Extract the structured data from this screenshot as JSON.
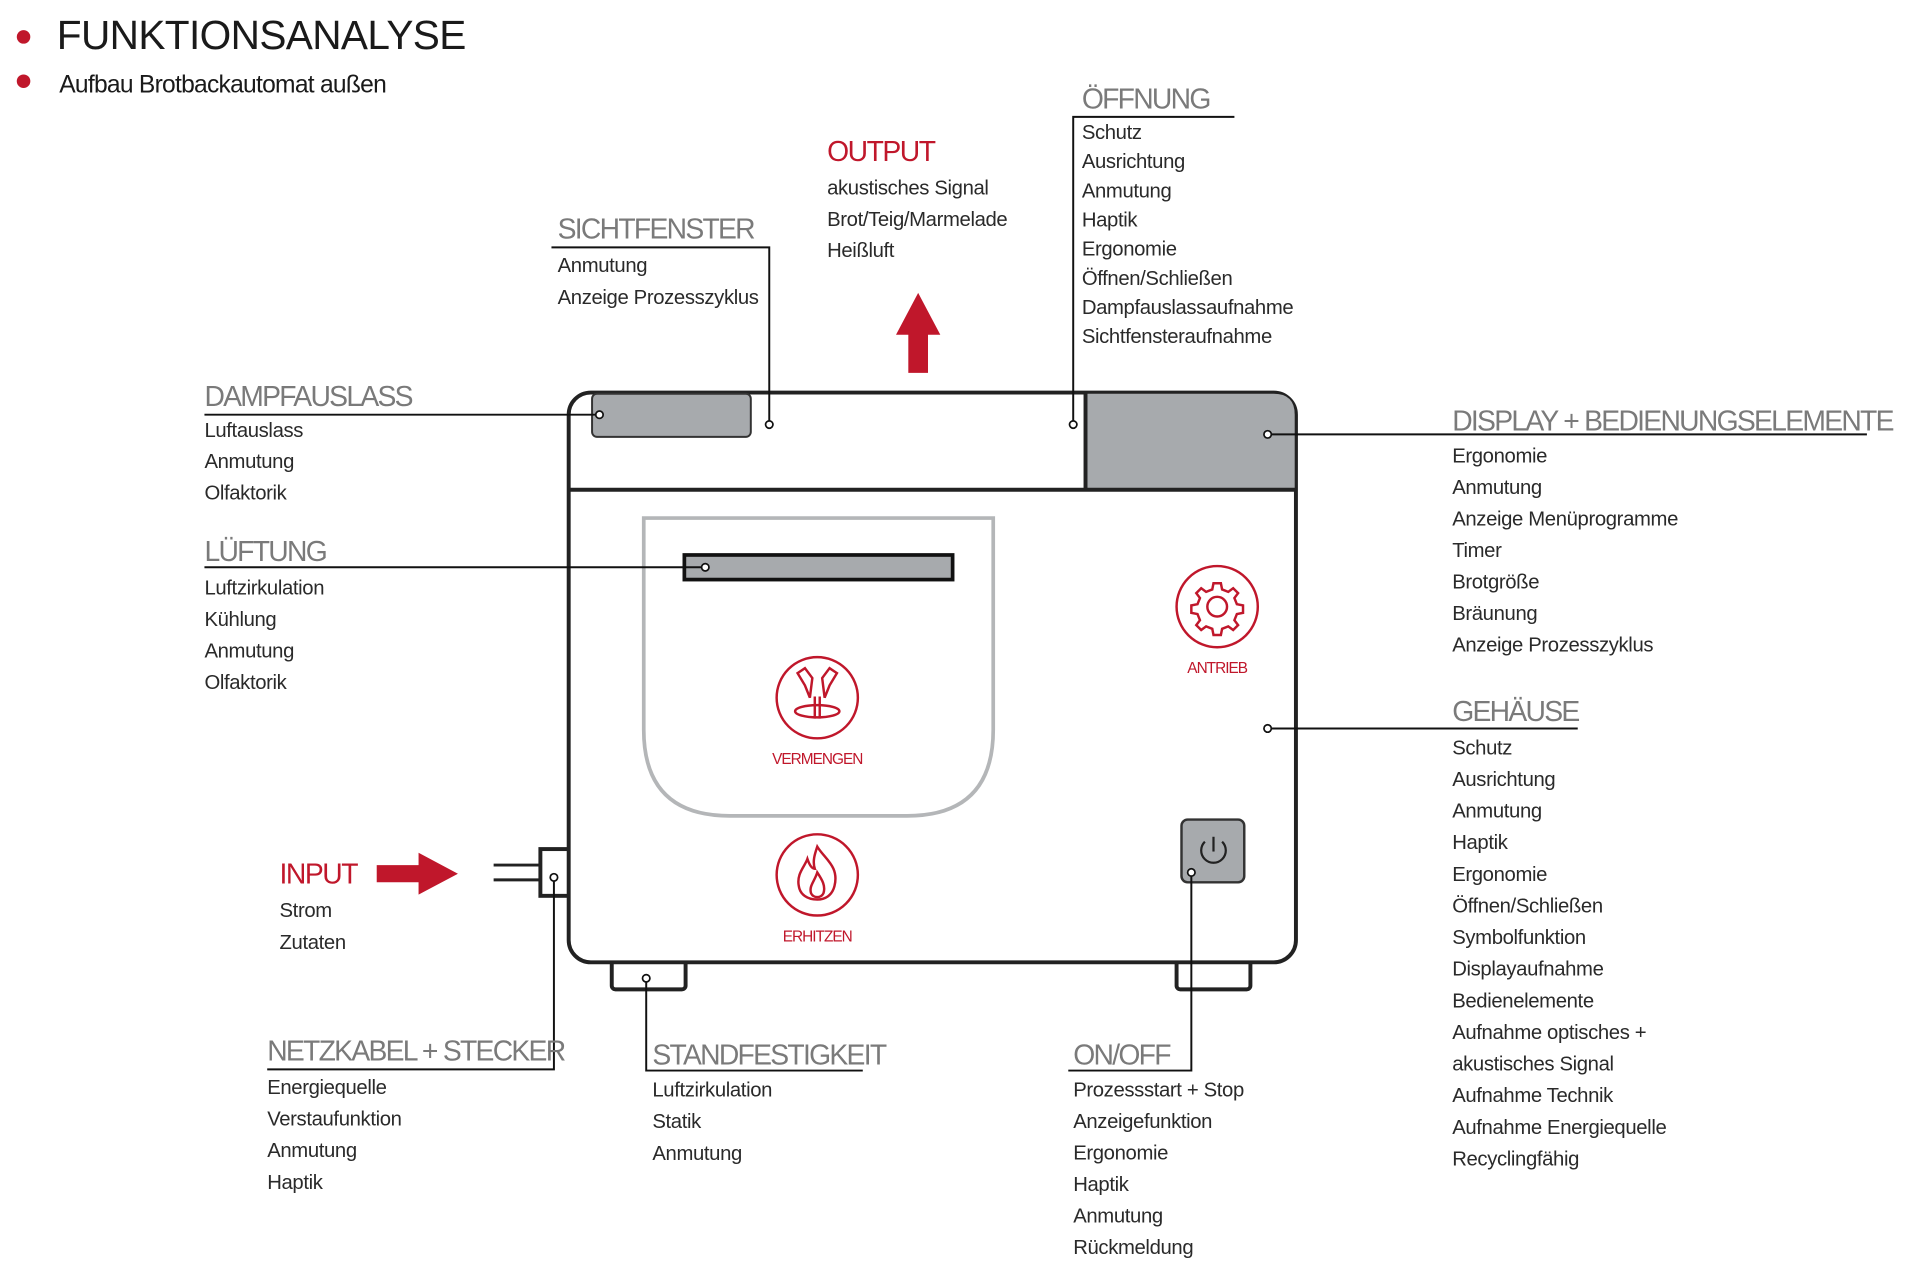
{
  "header": {
    "title": "FUNKTIONSANALYSE",
    "subtitle": "Aufbau Brotbackautomat außen",
    "bullet_color": "#c0172b"
  },
  "colors": {
    "accent": "#c0172b",
    "panel_gray": "#a7aaad",
    "outline": "#222222",
    "label_gray": "#7a7a7a"
  },
  "labels": {
    "output": {
      "title": "OUTPUT",
      "items": [
        "akustisches Signal",
        "Brot/Teig/Marmelade",
        "Heißluft"
      ]
    },
    "input": {
      "title": "INPUT",
      "items": [
        "Strom",
        "Zutaten"
      ]
    },
    "sichtfenster": {
      "title": "SICHTFENSTER",
      "items": [
        "Anmutung",
        "Anzeige Prozesszyklus"
      ]
    },
    "oeffnung": {
      "title": "ÖFFNUNG",
      "items": [
        "Schutz",
        "Ausrichtung",
        "Anmutung",
        "Haptik",
        "Ergonomie",
        "Öffnen/Schließen",
        "Dampfauslassaufnahme",
        "Sichtfensteraufnahme"
      ]
    },
    "dampfauslass": {
      "title": "DAMPFAUSLASS",
      "items": [
        "Luftauslass",
        "Anmutung",
        "Olfaktorik"
      ]
    },
    "display": {
      "title": "DISPLAY + BEDIENUNGSELEMENTE",
      "items": [
        "Ergonomie",
        "Anmutung",
        "Anzeige Menüprogramme",
        "Timer",
        "Brotgröße",
        "Bräunung",
        "Anzeige Prozesszyklus"
      ]
    },
    "lueftung": {
      "title": "LÜFTUNG",
      "items": [
        "Luftzirkulation",
        "Kühlung",
        "Anmutung",
        "Olfaktorik"
      ]
    },
    "gehaeuse": {
      "title": "GEHÄUSE",
      "items": [
        "Schutz",
        "Ausrichtung",
        "Anmutung",
        "Haptik",
        "Ergonomie",
        "Öffnen/Schließen",
        "Symbolfunktion",
        "Displayaufnahme",
        "Bedienelemente",
        "Aufnahme optisches +",
        "akustisches Signal",
        "Aufnahme Technik",
        "Aufnahme Energiequelle",
        "Recyclingfähig"
      ]
    },
    "netzkabel": {
      "title": "NETZKABEL + STECKER",
      "items": [
        "Energiequelle",
        "Verstaufunktion",
        "Anmutung",
        "Haptik"
      ]
    },
    "standfestigkeit": {
      "title": "STANDFESTIGKEIT",
      "items": [
        "Luftzirkulation",
        "Statik",
        "Anmutung"
      ]
    },
    "onoff": {
      "title": "ON/OFF",
      "items": [
        "Prozessstart + Stop",
        "Anzeigefunktion",
        "Ergonomie",
        "Haptik",
        "Anmutung",
        "Rückmeldung"
      ]
    }
  },
  "icons": {
    "vermengen": {
      "label": "VERMENGEN",
      "icon": "kneading-hooks-icon"
    },
    "erhitzen": {
      "label": "ERHITZEN",
      "icon": "flame-icon"
    },
    "antrieb": {
      "label": "ANTRIEB",
      "icon": "gear-icon"
    },
    "power": {
      "icon": "power-icon"
    }
  }
}
